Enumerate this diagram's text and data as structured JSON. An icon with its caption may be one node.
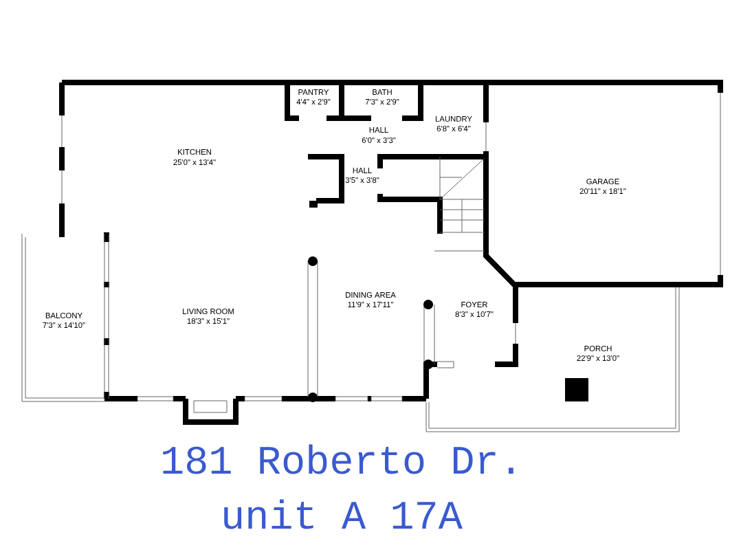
{
  "diagram": {
    "labels": [
      "PANTRY",
      "4'4\" x 2'9\"",
      "BATH",
      "7'3\" x 2'9\"",
      "LAUNDRY",
      "6'8\" x 6'4\"",
      "HALL",
      "6'0\" x 3'3\"",
      "KITCHEN",
      "25'0\" x 13'4\"",
      "HALL",
      "3'5\" x 3'8\"",
      "GARAGE",
      "20'11\" x 18'1\"",
      "DINING AREA",
      "11'9\" x 17'11\"",
      "FOYER",
      "8'3\" x 10'7\"",
      "BALCONY",
      "7'3\" x 14'10\"",
      "LIVING ROOM",
      "18'3\" x 15'1\"",
      "PORCH",
      "22'9\" x 13'0\"",
      "181 Roberto Dr.",
      "unit A 17A"
    ]
  }
}
